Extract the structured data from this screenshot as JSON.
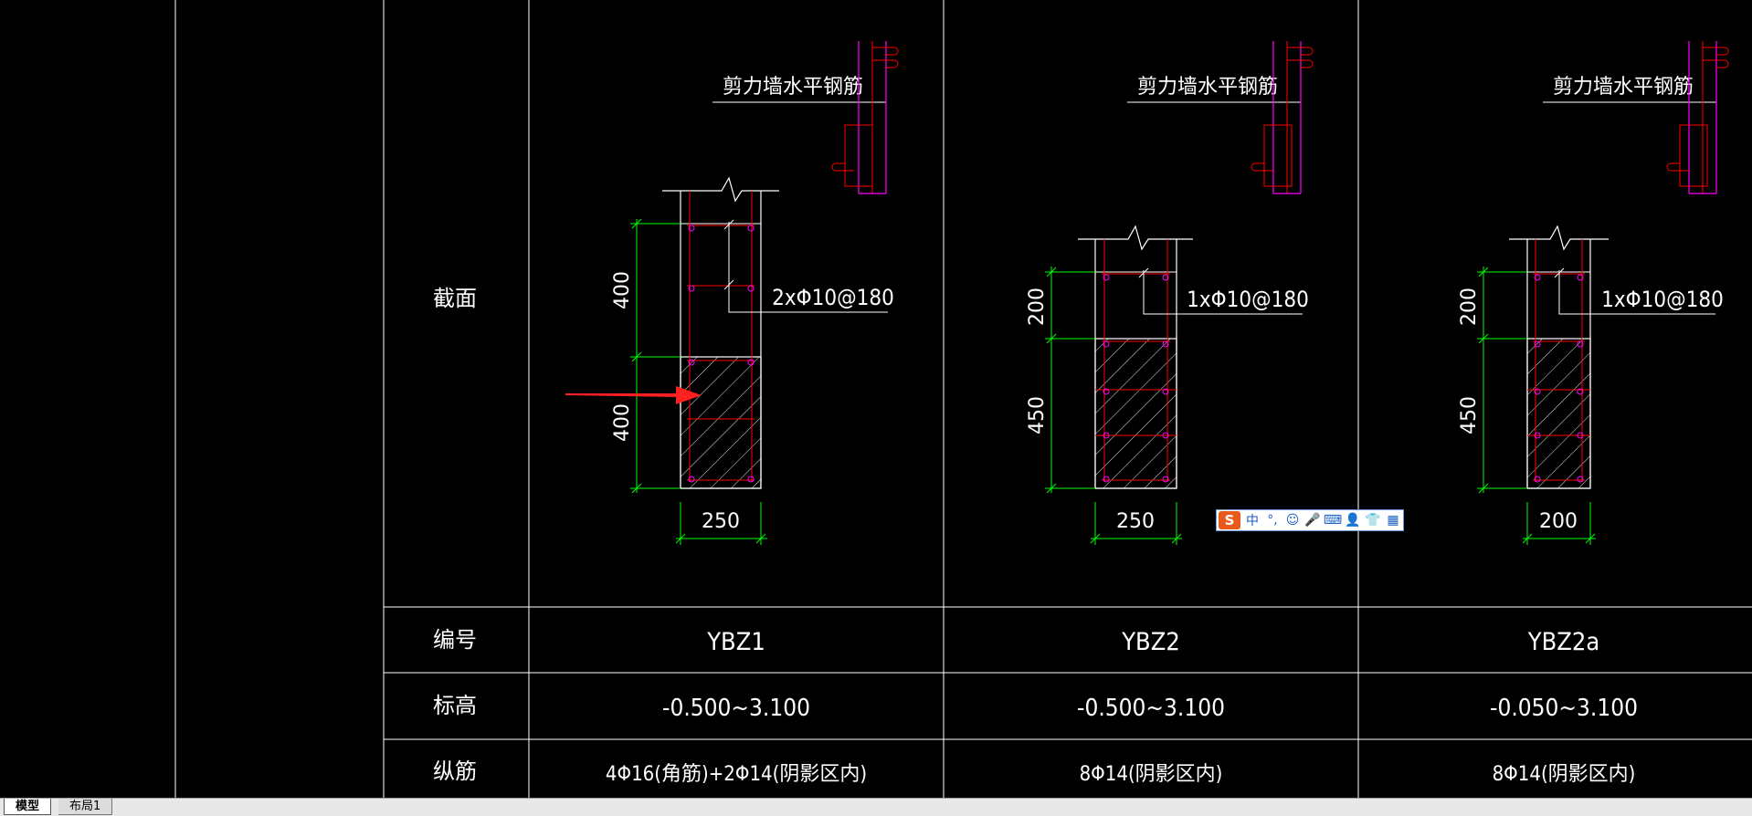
{
  "tabs": [
    {
      "label": "模型",
      "active": true
    },
    {
      "label": "布局1",
      "active": false
    }
  ],
  "table": {
    "row_headers": {
      "section": "截面",
      "id": "编号",
      "elevation": "标高",
      "longitudinal": "纵筋"
    },
    "columns": [
      {
        "id": "YBZ1",
        "elevation": "-0.500~3.100",
        "longitudinal": "4Φ16(角筋)+2Φ14(阴影区内)",
        "drawing": {
          "wall_label": "剪力墙水平钢筋",
          "stirrup": "2xΦ10@180",
          "dim_upper": "400",
          "dim_lower": "400",
          "dim_width": "250"
        }
      },
      {
        "id": "YBZ2",
        "elevation": "-0.500~3.100",
        "longitudinal": "8Φ14(阴影区内)",
        "drawing": {
          "wall_label": "剪力墙水平钢筋",
          "stirrup": "1xΦ10@180",
          "dim_upper": "200",
          "dim_lower": "450",
          "dim_width": "250"
        }
      },
      {
        "id": "YBZ2a",
        "elevation": "-0.050~3.100",
        "longitudinal": "8Φ14(阴影区内)",
        "drawing": {
          "wall_label": "剪力墙水平钢筋",
          "stirrup": "1xΦ10@180",
          "dim_upper": "200",
          "dim_lower": "450",
          "dim_width": "200"
        }
      }
    ]
  },
  "ime_toolbar": {
    "logo": "S",
    "items": [
      {
        "icon": "chinese-mode-icon",
        "glyph": "中"
      },
      {
        "icon": "punctuation-icon",
        "glyph": "°,"
      },
      {
        "icon": "emoji-icon",
        "glyph": "☺"
      },
      {
        "icon": "microphone-icon",
        "glyph": "🎤"
      },
      {
        "icon": "keyboard-icon",
        "glyph": "⌨"
      },
      {
        "icon": "user-icon",
        "glyph": "👤"
      },
      {
        "icon": "skin-icon",
        "glyph": "👕"
      },
      {
        "icon": "toolbox-icon",
        "glyph": "▦"
      }
    ]
  },
  "colors": {
    "background": "#000000",
    "grid_line": "#ffffff",
    "rebar": "#ff0000",
    "dimension": "#00ff00",
    "wall_rebar": "#ff00ff",
    "highlight_arrow": "#ff2020"
  }
}
